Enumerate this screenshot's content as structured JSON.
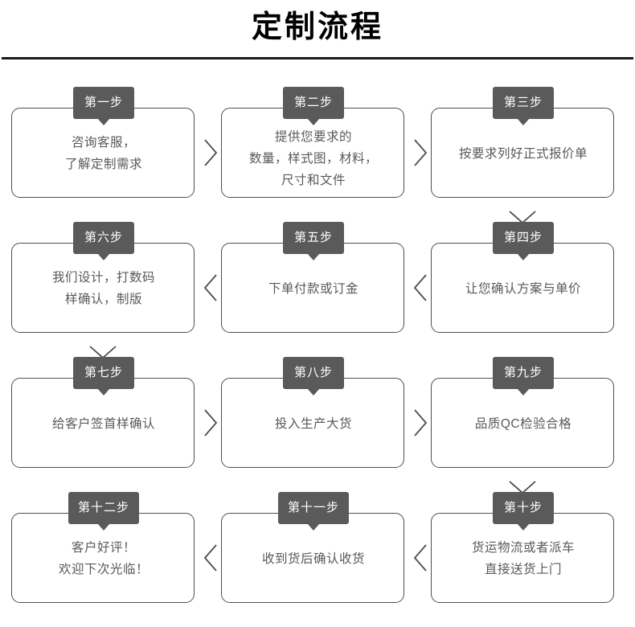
{
  "header": {
    "title": "定制流程"
  },
  "flow": {
    "direction_note": "boustrophedon",
    "colors": {
      "badge_bg": "#5a5a5a",
      "badge_text": "#ffffff",
      "card_border": "#4e4e4e",
      "card_text": "#56595b",
      "title_text": "#000000",
      "rule": "#1a1a1a"
    },
    "steps": [
      {
        "badge": "第一步",
        "lines": [
          "咨询客服，",
          "了解定制需求"
        ]
      },
      {
        "badge": "第二步",
        "lines": [
          "提供您要求的",
          "数量，样式图，材料，",
          "尺寸和文件"
        ]
      },
      {
        "badge": "第三步",
        "lines": [
          "按要求列好正式报价单"
        ]
      },
      {
        "badge": "第四步",
        "lines": [
          "让您确认方案与单价"
        ]
      },
      {
        "badge": "第五步",
        "lines": [
          "下单付款或订金"
        ]
      },
      {
        "badge": "第六步",
        "lines": [
          "我们设计，打数码",
          "样确认，制版"
        ]
      },
      {
        "badge": "第七步",
        "lines": [
          "给客户签首样确认"
        ]
      },
      {
        "badge": "第八步",
        "lines": [
          "投入生产大货"
        ]
      },
      {
        "badge": "第九步",
        "lines": [
          "品质QC检验合格"
        ]
      },
      {
        "badge": "第十步",
        "lines": [
          "货运物流或者派车",
          "直接送货上门"
        ]
      },
      {
        "badge": "第十一步",
        "lines": [
          "收到货后确认收货"
        ]
      },
      {
        "badge": "第十二步",
        "lines": [
          "客户好评！",
          "欢迎下次光临！"
        ]
      }
    ],
    "connectors": [
      {
        "name": "row1-gap1",
        "icon": "chevron-right-icon"
      },
      {
        "name": "row1-gap2",
        "icon": "chevron-right-icon"
      },
      {
        "name": "col3-row1-to-row2",
        "icon": "chevron-down-icon"
      },
      {
        "name": "row2-gap2",
        "icon": "chevron-left-icon"
      },
      {
        "name": "row2-gap1",
        "icon": "chevron-left-icon"
      },
      {
        "name": "col1-row2-to-row3",
        "icon": "chevron-down-icon"
      },
      {
        "name": "row3-gap1",
        "icon": "chevron-right-icon"
      },
      {
        "name": "row3-gap2",
        "icon": "chevron-right-icon"
      },
      {
        "name": "col3-row3-to-row4",
        "icon": "chevron-down-icon"
      },
      {
        "name": "row4-gap2",
        "icon": "chevron-left-icon"
      },
      {
        "name": "row4-gap1",
        "icon": "chevron-left-icon"
      }
    ]
  }
}
